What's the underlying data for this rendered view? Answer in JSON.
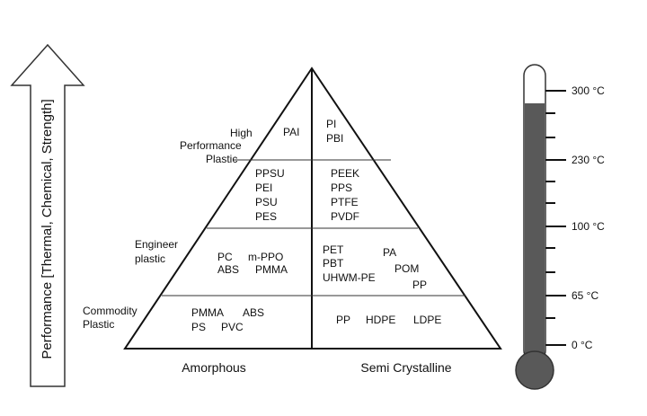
{
  "arrow": {
    "label": "Performance [Thermal, Chemical, Strength]"
  },
  "pyramid": {
    "tier_labels": {
      "high": [
        "High",
        "Performance",
        "Plastic"
      ],
      "engineer": [
        "Engineer",
        "plastic"
      ],
      "commodity": [
        "Commodity",
        "Plastic"
      ]
    },
    "amorphous": {
      "high": [
        "PAI"
      ],
      "high_performance_lower": [
        "PPSU",
        "PEI",
        "PSU",
        "PES"
      ],
      "engineer": [
        "PC",
        "m-PPO",
        "ABS",
        "PMMA"
      ],
      "commodity": [
        "PMMA",
        "ABS",
        "PS",
        "PVC"
      ]
    },
    "semi_crystalline": {
      "high": [
        "PI",
        "PBI"
      ],
      "high_performance_lower": [
        "PEEK",
        "PPS",
        "PTFE",
        "PVDF"
      ],
      "engineer": [
        "PET",
        "PA",
        "PBT",
        "POM",
        "UHWM-PE",
        "PP"
      ],
      "commodity": [
        "PP",
        "HDPE",
        "LDPE"
      ]
    },
    "bottom_labels": {
      "left": "Amorphous",
      "right": "Semi Crystalline"
    }
  },
  "thermometer": {
    "fill_color": "#595959",
    "ticks": [
      "300 °C",
      "230 °C",
      "100 °C",
      "65 °C",
      "0 °C"
    ]
  }
}
